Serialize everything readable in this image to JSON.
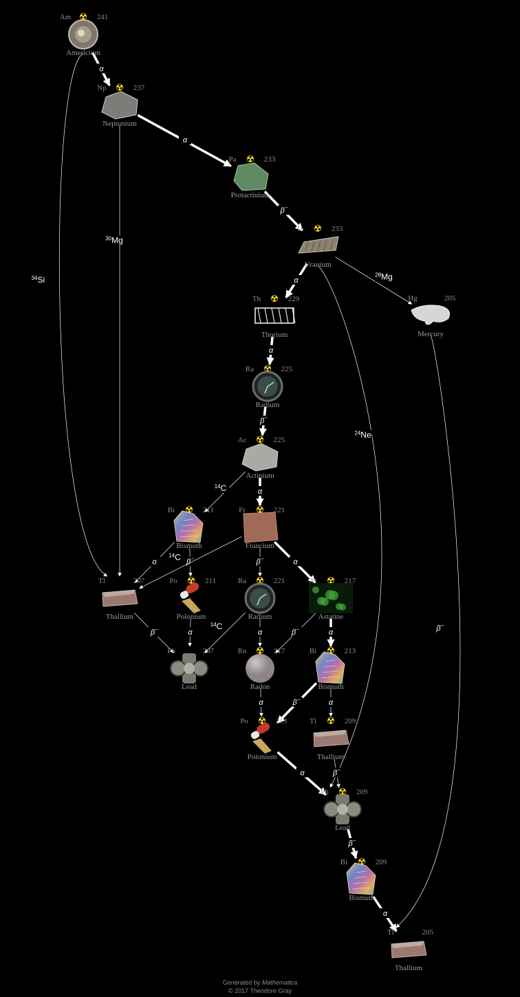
{
  "diagram": {
    "nodes": [
      {
        "id": "am241",
        "symbol": "Am",
        "mass": "241",
        "name": "Americium",
        "radioactive": true,
        "image": "americium-sample",
        "color": "#a89d8a"
      },
      {
        "id": "np237",
        "symbol": "Np",
        "mass": "237",
        "name": "Neptunium",
        "radioactive": true,
        "image": "neptunium-rock",
        "color": "#7c7c78"
      },
      {
        "id": "pa233",
        "symbol": "Pa",
        "mass": "233",
        "name": "Protactinium",
        "radioactive": true,
        "image": "protactinium-mineral",
        "color": "#5f8a63"
      },
      {
        "id": "u233",
        "symbol": "U",
        "mass": "233",
        "name": "Uranium",
        "radioactive": true,
        "image": "uranium-bar",
        "color": "#8a826f"
      },
      {
        "id": "hg205",
        "symbol": "Hg",
        "mass": "205",
        "name": "Mercury",
        "radioactive": false,
        "image": "mercury-drop",
        "color": "#d6d6d6"
      },
      {
        "id": "th229",
        "symbol": "Th",
        "mass": "229",
        "name": "Thorium",
        "radioactive": true,
        "image": "thorium-mantle",
        "color": "#bdbdbd"
      },
      {
        "id": "ra225",
        "symbol": "Ra",
        "mass": "225",
        "name": "Radium",
        "radioactive": true,
        "image": "radium-clock",
        "color": "#3c4a48"
      },
      {
        "id": "ac225",
        "symbol": "Ac",
        "mass": "225",
        "name": "Actinium",
        "radioactive": true,
        "image": "actinium-rock",
        "color": "#a9a9a5"
      },
      {
        "id": "bi211",
        "symbol": "Bi",
        "mass": "211",
        "name": "Bismuth",
        "radioactive": true,
        "image": "bismuth-crystal",
        "color": "#8a74a8"
      },
      {
        "id": "fr221",
        "symbol": "Fr",
        "mass": "221",
        "name": "Francium",
        "radioactive": true,
        "image": "francium-rock",
        "color": "#a06a58"
      },
      {
        "id": "tl207",
        "symbol": "Tl",
        "mass": "207",
        "name": "Thallium",
        "radioactive": false,
        "image": "thallium-bar",
        "color": "#9a7a70"
      },
      {
        "id": "po211",
        "symbol": "Po",
        "mass": "211",
        "name": "Polonium",
        "radioactive": true,
        "image": "polonium-device",
        "color": "#c23b2b"
      },
      {
        "id": "ra221",
        "symbol": "Ra",
        "mass": "221",
        "name": "Radium",
        "radioactive": true,
        "image": "radium-clock",
        "color": "#3c4a48"
      },
      {
        "id": "at217",
        "symbol": "At",
        "mass": "217",
        "name": "Astatine",
        "radioactive": true,
        "image": "astatine-glow",
        "color": "#3fa63a"
      },
      {
        "id": "pb207",
        "symbol": "Pb",
        "mass": "207",
        "name": "Lead",
        "radioactive": false,
        "image": "lead-fitting",
        "color": "#7a7a70"
      },
      {
        "id": "rn217",
        "symbol": "Rn",
        "mass": "217",
        "name": "Radon",
        "radioactive": true,
        "image": "radon-sphere",
        "color": "#8e8686"
      },
      {
        "id": "bi213",
        "symbol": "Bi",
        "mass": "213",
        "name": "Bismuth",
        "radioactive": true,
        "image": "bismuth-crystal",
        "color": "#8a74a8"
      },
      {
        "id": "po213",
        "symbol": "Po",
        "mass": "213",
        "name": "Polonium",
        "radioactive": true,
        "image": "polonium-device",
        "color": "#c23b2b"
      },
      {
        "id": "tl209",
        "symbol": "Tl",
        "mass": "209",
        "name": "Thallium",
        "radioactive": true,
        "image": "thallium-bar",
        "color": "#9a7a70"
      },
      {
        "id": "pb209",
        "symbol": "Pb",
        "mass": "209",
        "name": "Lead",
        "radioactive": true,
        "image": "lead-fitting",
        "color": "#7a7a70"
      },
      {
        "id": "bi209",
        "symbol": "Bi",
        "mass": "209",
        "name": "Bismuth",
        "radioactive": true,
        "image": "bismuth-crystal",
        "color": "#8a74a8"
      },
      {
        "id": "tl205",
        "symbol": "Tl",
        "mass": "205",
        "name": "Thallium",
        "radioactive": false,
        "image": "thallium-bar",
        "color": "#9a7a70"
      }
    ],
    "edges": [
      {
        "from": "am241",
        "to": "np237",
        "decay": "α",
        "probability": "major"
      },
      {
        "from": "am241",
        "to": "tl207",
        "decay": "34Si",
        "probability": "minor"
      },
      {
        "from": "np237",
        "to": "pa233",
        "decay": "α",
        "probability": "major"
      },
      {
        "from": "np237",
        "to": "tl207",
        "decay": "30Mg",
        "probability": "minor"
      },
      {
        "from": "pa233",
        "to": "u233",
        "decay": "β−",
        "probability": "major"
      },
      {
        "from": "u233",
        "to": "th229",
        "decay": "α",
        "probability": "major"
      },
      {
        "from": "u233",
        "to": "hg205",
        "decay": "28Mg",
        "probability": "minor"
      },
      {
        "from": "u233",
        "to": "pb209",
        "decay": "24Ne",
        "probability": "minor"
      },
      {
        "from": "hg205",
        "to": "tl205",
        "decay": "β−",
        "probability": "minor"
      },
      {
        "from": "th229",
        "to": "ra225",
        "decay": "α",
        "probability": "major"
      },
      {
        "from": "ra225",
        "to": "ac225",
        "decay": "β−",
        "probability": "major"
      },
      {
        "from": "ac225",
        "to": "fr221",
        "decay": "α",
        "probability": "major"
      },
      {
        "from": "ac225",
        "to": "bi211",
        "decay": "14C",
        "probability": "minor"
      },
      {
        "from": "bi211",
        "to": "tl207",
        "decay": "α",
        "probability": "minor"
      },
      {
        "from": "bi211",
        "to": "po211",
        "decay": "β−",
        "probability": "minor"
      },
      {
        "from": "fr221",
        "to": "tl207",
        "decay": "14C",
        "probability": "minor"
      },
      {
        "from": "fr221",
        "to": "ra221",
        "decay": "β−",
        "probability": "minor"
      },
      {
        "from": "fr221",
        "to": "at217",
        "decay": "α",
        "probability": "major"
      },
      {
        "from": "tl207",
        "to": "pb207",
        "decay": "β−",
        "probability": "minor"
      },
      {
        "from": "po211",
        "to": "pb207",
        "decay": "α",
        "probability": "minor"
      },
      {
        "from": "ra221",
        "to": "pb207",
        "decay": "14C",
        "probability": "minor"
      },
      {
        "from": "ra221",
        "to": "rn217",
        "decay": "α",
        "probability": "minor"
      },
      {
        "from": "at217",
        "to": "rn217",
        "decay": "β−",
        "probability": "minor"
      },
      {
        "from": "at217",
        "to": "bi213",
        "decay": "α",
        "probability": "major"
      },
      {
        "from": "rn217",
        "to": "po213",
        "decay": "α",
        "probability": "minor"
      },
      {
        "from": "bi213",
        "to": "po213",
        "decay": "β−",
        "probability": "major"
      },
      {
        "from": "bi213",
        "to": "tl209",
        "decay": "α",
        "probability": "minor"
      },
      {
        "from": "po213",
        "to": "pb209",
        "decay": "α",
        "probability": "major"
      },
      {
        "from": "tl209",
        "to": "pb209",
        "decay": "β−",
        "probability": "minor"
      },
      {
        "from": "pb209",
        "to": "bi209",
        "decay": "β−",
        "probability": "major"
      },
      {
        "from": "bi209",
        "to": "tl205",
        "decay": "α",
        "probability": "major"
      }
    ]
  },
  "footer": {
    "generated_prefix": "Generated by ",
    "generated_product": "Mathematica",
    "copyright": "© 2017 Theodore Gray"
  }
}
